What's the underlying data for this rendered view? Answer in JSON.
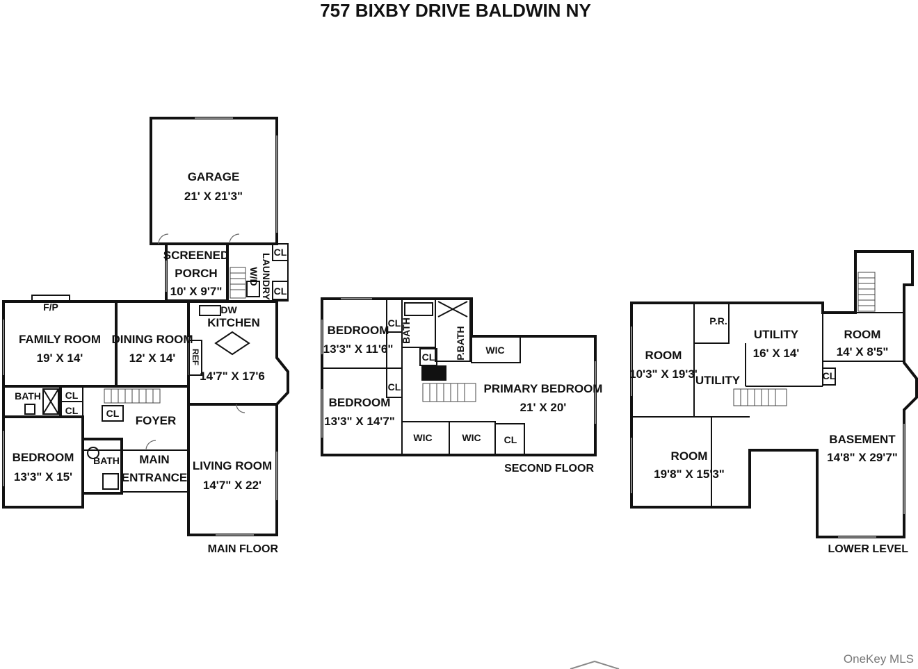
{
  "title": "757 BIXBY DRIVE BALDWIN NY",
  "watermark": "OneKey MLS",
  "main_floor": {
    "label": "MAIN FLOOR",
    "garage": {
      "name": "GARAGE",
      "dims": "21' X 21'3\""
    },
    "screened_porch": {
      "line1": "SCREENED",
      "line2": "PORCH",
      "dims": "10' X 9'7\""
    },
    "laundry": {
      "name": "LAUNDRY",
      "sub": "W/D"
    },
    "cl_a": "CL",
    "cl_b": "CL",
    "fp": "F/P",
    "family_room": {
      "name": "FAMILY ROOM",
      "dims": "19' X 14'"
    },
    "dining_room": {
      "name": "DINING ROOM",
      "dims": "12' X 14'"
    },
    "kitchen": {
      "name": "KITCHEN",
      "dims": "14'7\" X 17'6",
      "dw": "DW",
      "ref": "REF"
    },
    "bath1": "BATH",
    "cl_c": "CL",
    "cl_d": "CL",
    "cl_e": "CL",
    "foyer": "FOYER",
    "bedroom": {
      "name": "BEDROOM",
      "dims": "13'3\" X 15'"
    },
    "bath2": "BATH",
    "main_entrance": {
      "line1": "MAIN",
      "line2": "ENTRANCE"
    },
    "living_room": {
      "name": "LIVING ROOM",
      "dims": "14'7\" X 22'"
    }
  },
  "second_floor": {
    "label": "SECOND FLOOR",
    "bedroom1": {
      "name": "BEDROOM",
      "dims": "13'3\" X 11'6\""
    },
    "bedroom2": {
      "name": "BEDROOM",
      "dims": "13'3\" X 14'7\""
    },
    "cl_a": "CL",
    "cl_b": "CL",
    "cl_c": "CL",
    "cl_d": "CL",
    "bath": "BATH",
    "pbath": "P.BATH",
    "wic_a": "WIC",
    "wic_b": "WIC",
    "wic_c": "WIC",
    "primary": {
      "name": "PRIMARY BEDROOM",
      "dims": "21' X 20'"
    }
  },
  "lower_level": {
    "label": "LOWER LEVEL",
    "room1": {
      "name": "ROOM",
      "dims": "10'3\" X 19'3'"
    },
    "pr": "P.R.",
    "utility1": {
      "name": "UTILITY",
      "dims": "16' X 14'"
    },
    "utility2": "UTILITY",
    "room2": {
      "name": "ROOM",
      "dims": "14' X 8'5\""
    },
    "cl": "CL",
    "room3": {
      "name": "ROOM",
      "dims": "19'8\" X 15'3\""
    },
    "basement": {
      "name": "BASEMENT",
      "dims": "14'8\" X 29'7\""
    }
  }
}
